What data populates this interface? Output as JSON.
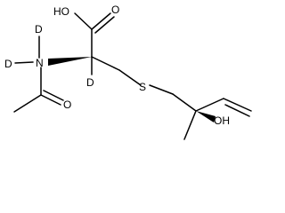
{
  "atom_labels": {
    "carboxyl_oh": "HO",
    "carboxyl_o": "O",
    "deuterium_top": "D",
    "deuterium_left": "D",
    "nitrogen": "N",
    "acetyl_o": "O",
    "deuterium_alpha": "D",
    "sulfur": "S",
    "hydroxyl": "OH"
  }
}
